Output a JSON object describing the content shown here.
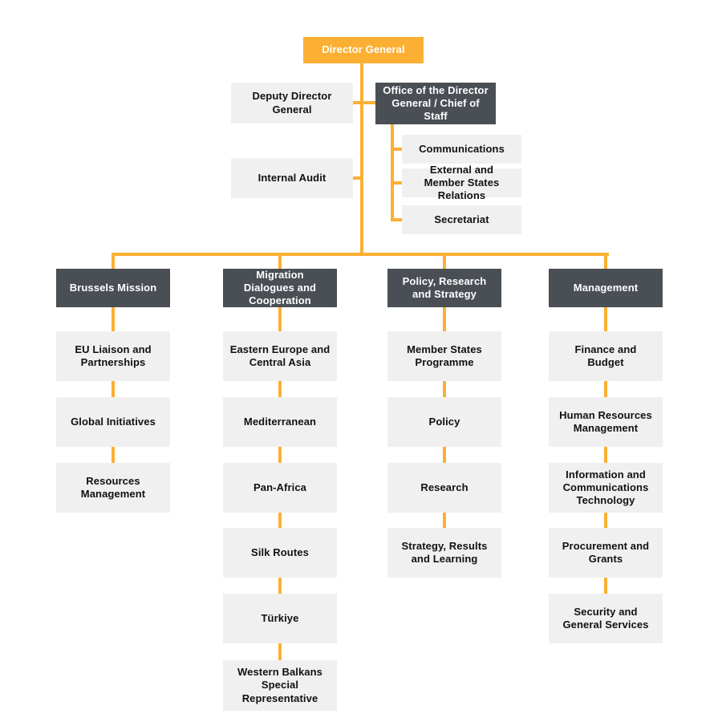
{
  "palette": {
    "accent": "#FBB034",
    "dark_box": "#4A4E55",
    "light_box": "#F0F0F1",
    "text_dark": "#111111",
    "text_light": "#FFFFFF"
  },
  "chart": {
    "root": {
      "label": "Director General"
    },
    "deputy": {
      "label": "Deputy Director General"
    },
    "office": {
      "label": "Office of the Director General / Chief of Staff",
      "children": [
        "Communications",
        "External and Member States Relations",
        "Secretariat"
      ]
    },
    "internal_audit": {
      "label": "Internal Audit"
    },
    "divisions": [
      {
        "label": "Brussels Mission",
        "children": [
          "EU Liaison and Partnerships",
          "Global Initiatives",
          "Resources Management"
        ]
      },
      {
        "label": "Migration Dialogues and Cooperation",
        "children": [
          "Eastern Europe and Central Asia",
          "Mediterranean",
          "Pan-Africa",
          "Silk Routes",
          "Türkiye",
          "Western Balkans Special Representative"
        ]
      },
      {
        "label": "Policy, Research and Strategy",
        "children": [
          "Member States Programme",
          "Policy",
          "Research",
          "Strategy, Results and Learning"
        ]
      },
      {
        "label": "Management",
        "children": [
          "Finance and Budget",
          "Human Resources Management",
          "Information and Communications Technology",
          "Procurement and Grants",
          "Security and General Services"
        ]
      }
    ]
  }
}
